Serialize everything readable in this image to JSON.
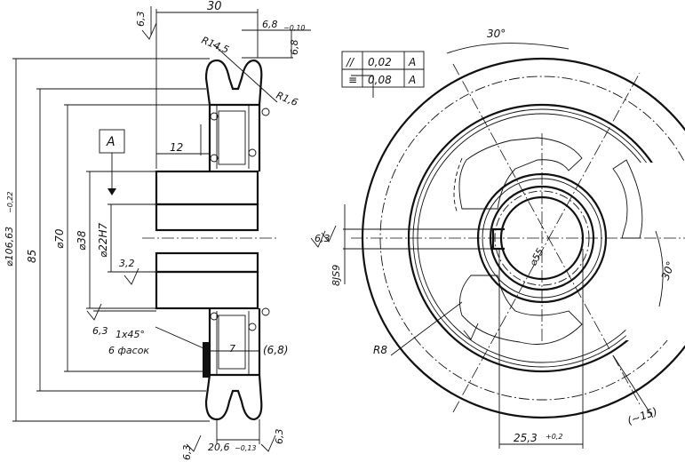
{
  "section_view": {
    "dim_total_length": "30",
    "dim_tooth_width": "6,8",
    "dim_tooth_width_tol": "−0,10",
    "dim_tooth_height": "6,8",
    "dim_radius_tip": "R14,5",
    "dim_radius_root": "R1,6",
    "dim_hub_step": "12",
    "datum_label": "A",
    "dim_outer_diameter": "⌀106,63",
    "dim_outer_diameter_tol": "−0,22",
    "dim_85": "85",
    "dim_70": "⌀70",
    "dim_38": "⌀38",
    "dim_bore": "⌀22H7",
    "roughness_bore": "3,2",
    "roughness_face": "6,3",
    "roughness_top": "6,3",
    "roughness_bottom_left": "6,3",
    "roughness_bottom_right": "6,3",
    "chamfer_note": "1x45°",
    "chamfer_count": "6 фасок",
    "dim_7": "7",
    "dim_6_8_ref": "(6,8)",
    "dim_rim_width": "20,6",
    "dim_rim_width_tol": "−0,13"
  },
  "front_view": {
    "tolerance_table": [
      {
        "symbol": "//",
        "value": "0,02",
        "datum": "A"
      },
      {
        "symbol": "≡",
        "value": "0,08",
        "datum": "A"
      }
    ],
    "angle_top": "30°",
    "angle_right": "30°",
    "dim_hub_diameter": "⌀55",
    "dim_keyway": "8JS9",
    "roughness_keyway": "6,3",
    "dim_radius": "R8",
    "dim_approx_15": "(~15)",
    "dim_keyway_depth": "25,3",
    "dim_keyway_depth_tol": "+0,2"
  }
}
